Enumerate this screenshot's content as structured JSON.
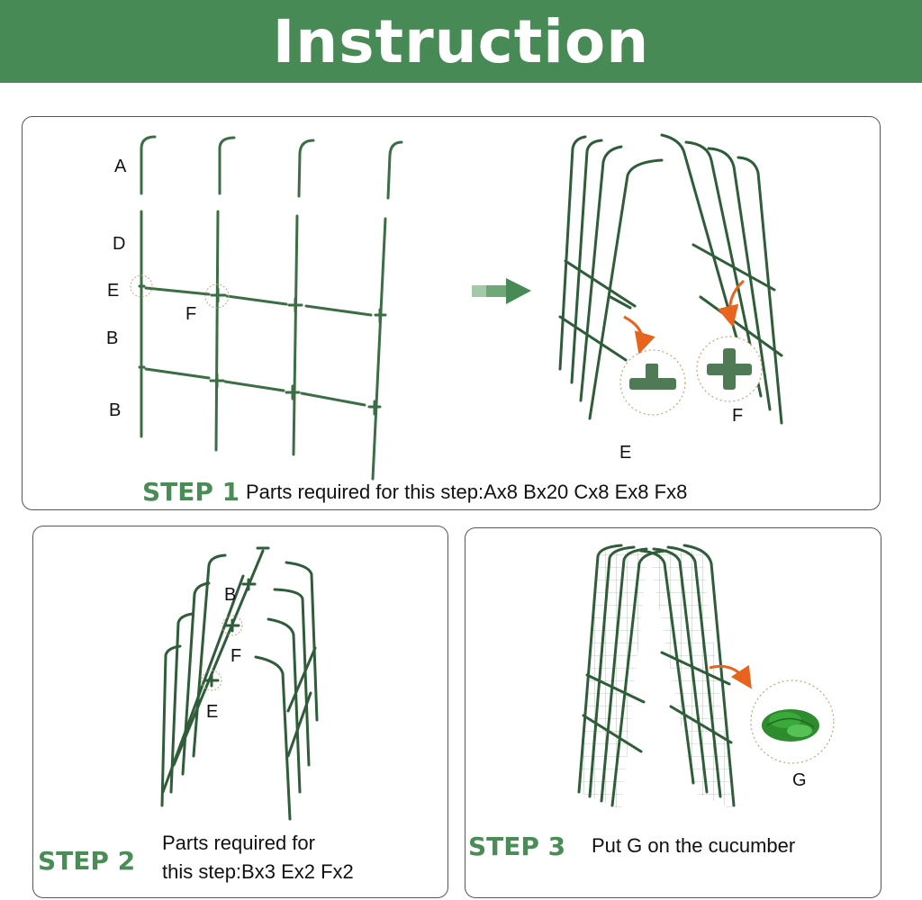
{
  "header": {
    "title": "Instruction"
  },
  "step1": {
    "tag": "STEP 1",
    "caption": "Parts required for this step:Ax8 Bx20 Cx8 Ex8 Fx8",
    "labels": {
      "a": "A",
      "d": "D",
      "e": "E",
      "f": "F",
      "b1": "B",
      "b2": "B",
      "e_zoom": "E",
      "f_zoom": "F"
    }
  },
  "step2": {
    "tag": "STEP 2",
    "caption_line1": "Parts required for",
    "caption_line2": "this step:Bx3 Ex2 Fx2",
    "labels": {
      "b": "B",
      "f": "F",
      "e": "E"
    }
  },
  "step3": {
    "tag": "STEP 3",
    "caption": "Put G on the cucumber",
    "labels": {
      "g": "G"
    }
  },
  "colors": {
    "brand_green": "#478a55",
    "pole_green": "#3b6e45",
    "arrow_orange": "#e8641e",
    "text_green": "#4a8c56"
  }
}
